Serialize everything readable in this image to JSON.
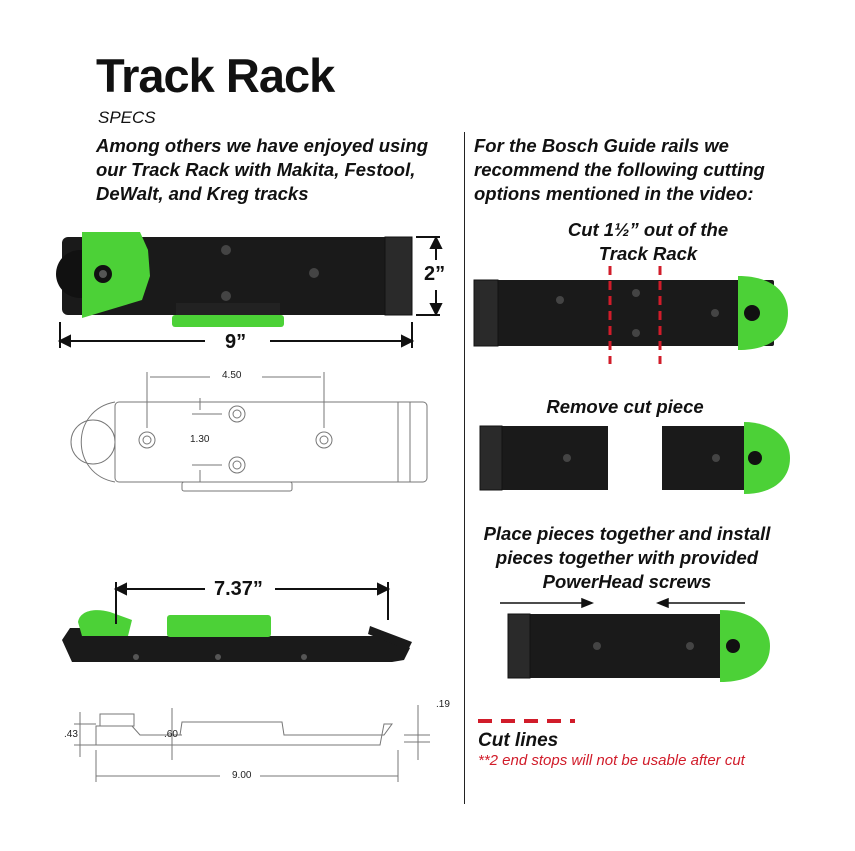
{
  "title": "Track Rack",
  "specs_label": "SPECS",
  "left_description": "Among others we have enjoyed using our Track Rack with Makita, Festool, DeWalt, and Kreg tracks",
  "right_description": "For the Bosch Guide rails we recommend the following cutting options mentioned in the video:",
  "steps": {
    "cut_label": "Cut 1½” out of the Track Rack",
    "remove_label": "Remove cut piece",
    "place_label": "Place pieces together and install pieces together with provided PowerHead screws"
  },
  "dimensions": {
    "height": "2”",
    "length": "9”",
    "hole_spacing": "4.50",
    "hole_offset": "1.30",
    "side_length": "7.37”",
    "profile_height_a": ".43",
    "profile_height_b": ".60",
    "profile_hook": ".19",
    "profile_length": "9.00"
  },
  "legend": {
    "cut_lines_label": "Cut lines",
    "note": "**2 end stops will not be usable after cut"
  },
  "colors": {
    "green": "#4cd137",
    "black": "#1a1a1a",
    "red": "#d11c2a"
  }
}
